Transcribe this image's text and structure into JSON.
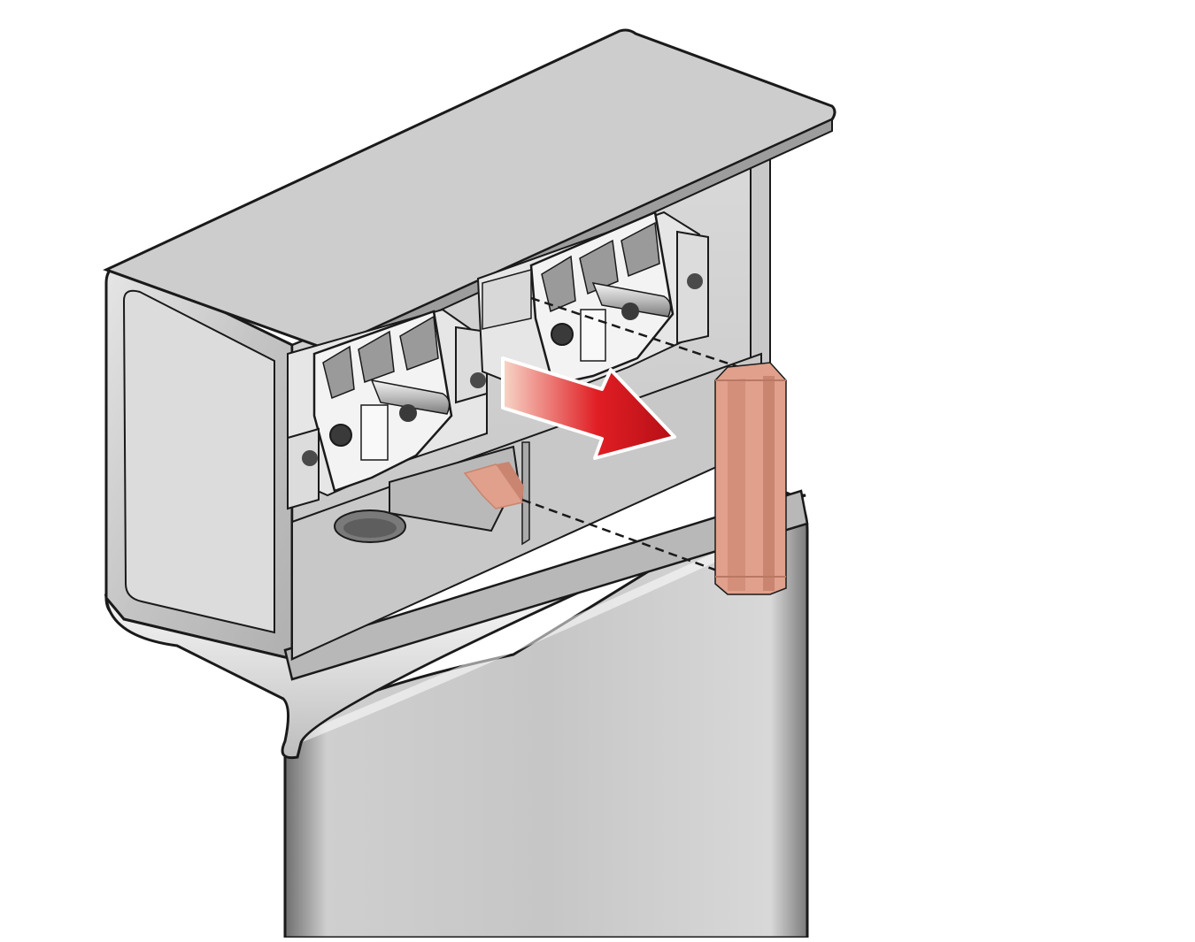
{
  "figure": {
    "kind": "installation illustration",
    "description_visible_text": "",
    "colors": {
      "metal_light": "#d2d2d2",
      "metal_mid": "#bdbdbd",
      "metal_dark": "#8f8f8f",
      "outline": "#1a1a1a",
      "socket_white": "#f2f2f2",
      "terminal_grey": "#9a9a9a",
      "clip_salmon": "#e0a08c",
      "clip_salmon_dark": "#c98570",
      "arrow_red": "#d0141c",
      "arrow_light": "#f4c4b4",
      "background": "#ffffff"
    },
    "icons": [
      "sheet-metal-housing",
      "socket-insert-left",
      "socket-insert-right",
      "slide-arrow",
      "clip-part",
      "hole-knockout"
    ]
  }
}
